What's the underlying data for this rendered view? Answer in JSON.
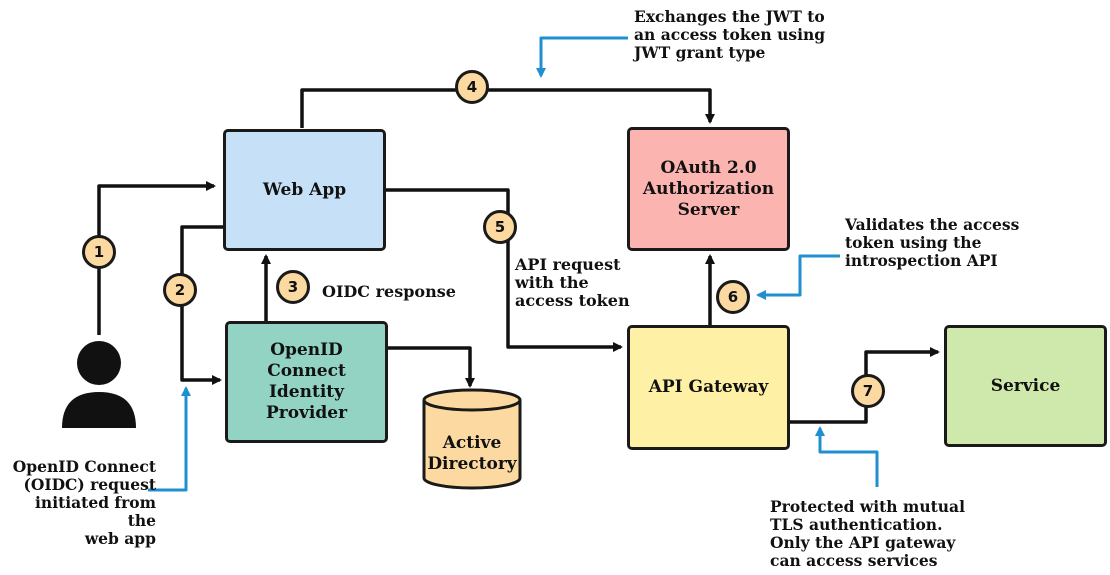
{
  "colors": {
    "web_app": "#c6e1f7",
    "oauth_server": "#fbb4b0",
    "identity_provider": "#93d3c4",
    "active_directory": "#fcd9a0",
    "api_gateway": "#fef1a5",
    "service": "#cfe8ac",
    "badge": "#fcd9a0",
    "annotation_arrow": "#1f8fd0",
    "line": "#111111"
  },
  "nodes": {
    "web_app": "Web App",
    "oauth_server": "OAuth 2.0\nAuthorization\nServer",
    "identity_provider": "OpenID Connect\nIdentity Provider",
    "active_directory": "Active\nDirectory",
    "api_gateway": "API Gateway",
    "service": "Service"
  },
  "user_icon": "person-icon",
  "steps": [
    "1",
    "2",
    "3",
    "4",
    "5",
    "6",
    "7"
  ],
  "labels": {
    "oidc_response": "OIDC response",
    "api_request": "API request\nwith the\naccess token"
  },
  "annotations": {
    "jwt_exchange": "Exchanges the JWT  to\nan access token using\nJWT grant type",
    "introspection": "Validates the access\ntoken using the\nintrospection API",
    "oidc_request": "OpenID Connect\n(OIDC) request\ninitiated from the\nweb app",
    "mutual_tls": "Protected with mutual\nTLS authentication.\nOnly the API gateway\ncan access services"
  }
}
